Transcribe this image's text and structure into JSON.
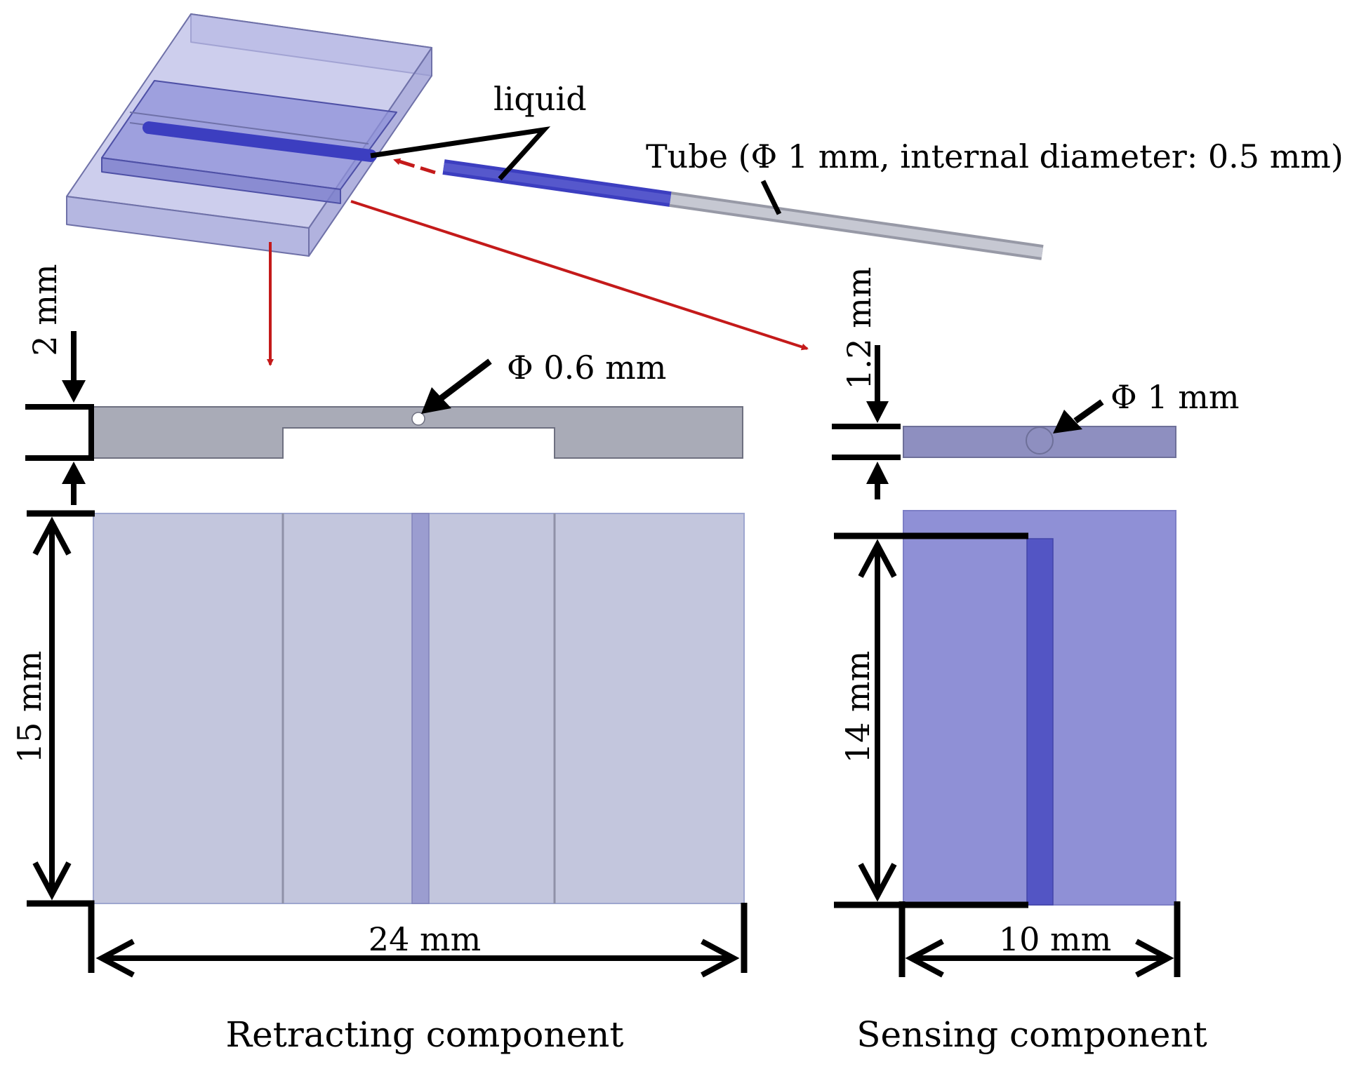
{
  "labels": {
    "liquid": "liquid",
    "tube": "Tube (Φ 1 mm, internal diameter: 0.5 mm)",
    "retracting_hole": "Φ 0.6 mm",
    "sensing_hole": "Φ 1 mm",
    "retracting_thickness": "2 mm",
    "sensing_thickness": "1.2 mm",
    "retracting_height": "15 mm",
    "sensing_height": "14 mm",
    "retracting_width": "24 mm",
    "sensing_width": "10 mm"
  },
  "captions": {
    "retracting": "Retracting component",
    "sensing": "Sensing component"
  },
  "colors": {
    "retracting_fill": "#c3c6dd",
    "sensing_fill": "#8f90d6",
    "sensing_channel": "#5355c4",
    "section_fill": "#a9abb7",
    "sensing_section_fill": "#8e8fc0",
    "iso_fill": "#b4b6e3",
    "liquid_blue": "#4a4cc8",
    "tube_gray": "#b9bbc6",
    "callout_red": "#c41a1a",
    "dimension_black": "#000000"
  }
}
